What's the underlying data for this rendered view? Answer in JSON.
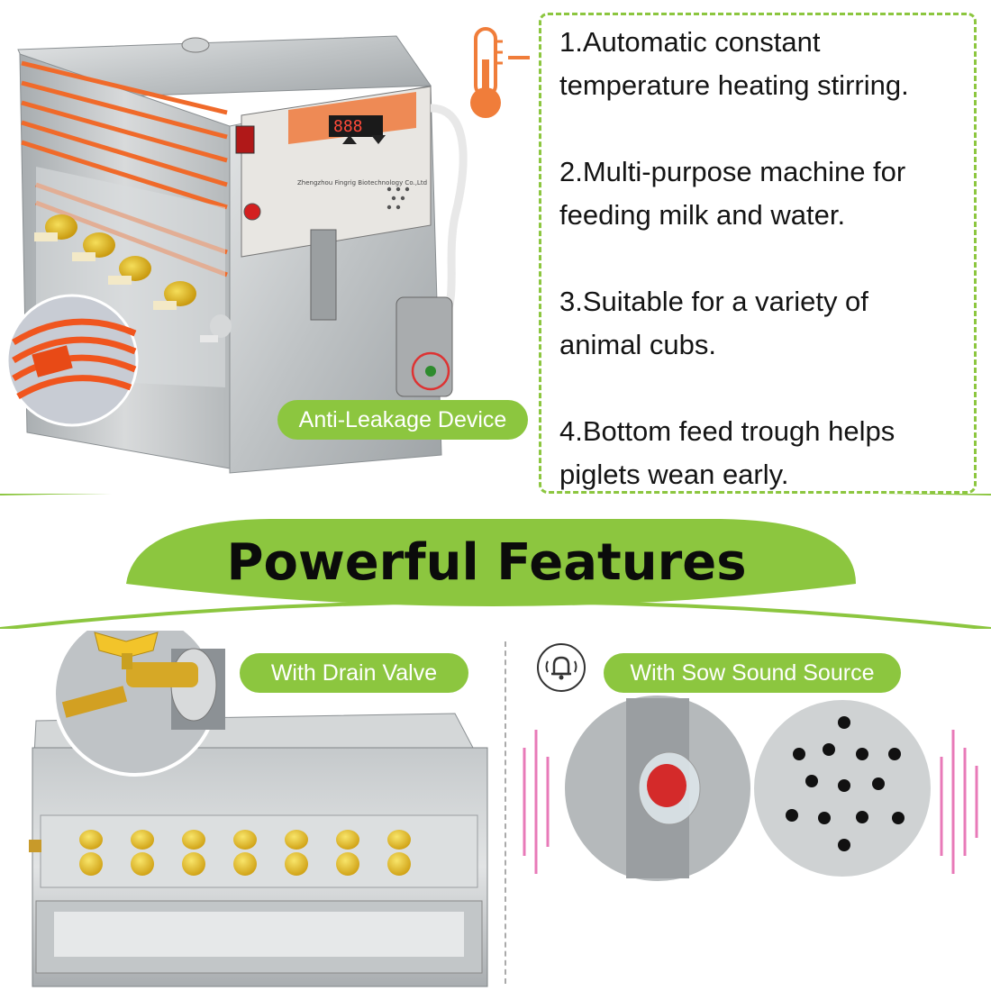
{
  "features": [
    {
      "line1": "1.Automatic constant",
      "line2": "temperature heating stirring."
    },
    {
      "line1": "2.Multi-purpose machine for",
      "line2": "feeding milk and water."
    },
    {
      "line1": "3.Suitable for a variety of",
      "line2": "animal cubs."
    },
    {
      "line1": "4.Bottom feed trough helps",
      "line2": "piglets wean early."
    }
  ],
  "labels": {
    "anti_leakage": "Anti-Leakage Device",
    "drain_valve": "With Drain Valve",
    "sound_source": "With Sow Sound Source",
    "banner_title": "Powerful Features"
  },
  "control_panel": {
    "display": "888",
    "company": "Zhengzhou Fingrig Biotechnology Co.,Ltd"
  },
  "icons": {
    "thermometer": "thermometer-icon",
    "bell": "bell-icon"
  },
  "colors": {
    "accent_green": "#8cc63f",
    "heater_orange": "#f06a2a",
    "steel": "#c9cccd"
  }
}
